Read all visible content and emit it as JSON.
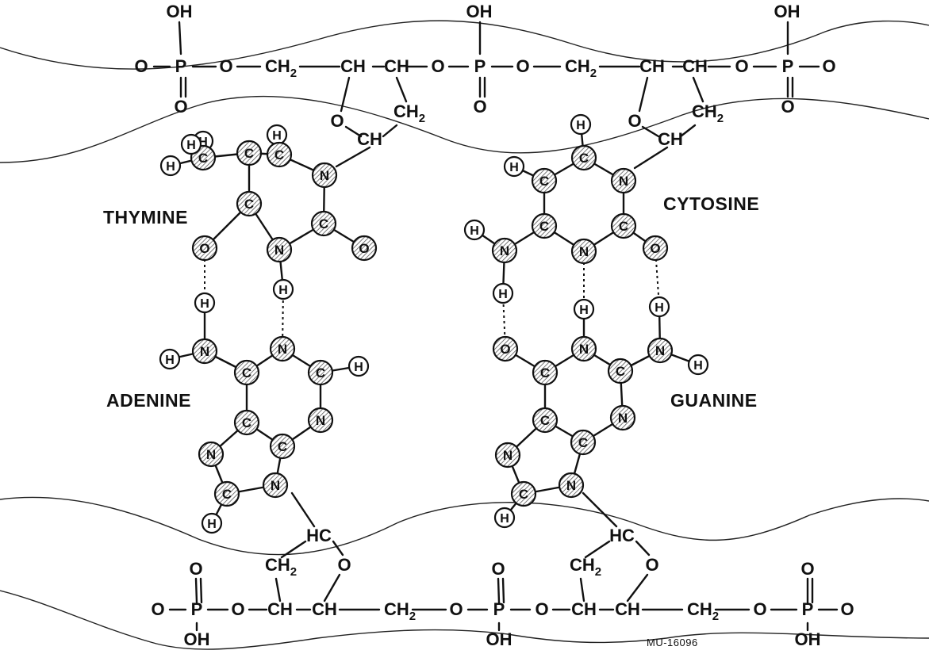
{
  "labels": {
    "thymine": "THYMINE",
    "adenine": "ADENINE",
    "cytosine": "CYTOSINE",
    "guanine": "GUANINE",
    "code": "MU-16096"
  },
  "backbone": {
    "top": {
      "oh1": "OH",
      "o_left": "O",
      "p1": "P",
      "o_p1": "O",
      "o_link1": "O",
      "ch2_1": "CH",
      "ch_a": "CH",
      "ch_b": "CH",
      "o_link2": "O",
      "oh2": "OH",
      "p2": "P",
      "o_p2": "O",
      "o_link3": "O",
      "ch2_2": "CH",
      "ch_c": "CH",
      "ch_d": "CH",
      "o_link4": "O",
      "oh3": "OH",
      "p3": "P",
      "o_p3": "O",
      "o_right": "O",
      "ring_o1": "O",
      "ring_ch2_1": "CH",
      "ring_ch1": "CH",
      "ring_o2": "O",
      "ring_ch2_2": "CH",
      "ring_ch2": "CH",
      "sub2": "2"
    },
    "bottom": {
      "o_top1": "O",
      "o_left": "O",
      "p1": "P",
      "oh1": "OH",
      "o_link1": "O",
      "ch_a": "CH",
      "ch_b": "CH",
      "ch2_1": "CH",
      "o_link2": "O",
      "o_top2": "O",
      "p2": "P",
      "oh2": "OH",
      "o_link3": "O",
      "ch_c": "CH",
      "ch_d": "CH",
      "ch2_2": "CH",
      "o_link4": "O",
      "o_top3": "O",
      "p3": "P",
      "oh3": "OH",
      "o_right": "O",
      "hc1": "HC",
      "ring_o1": "O",
      "ring_ch2_1": "CH",
      "hc2": "HC",
      "ring_o2": "O",
      "ring_ch2_2": "CH",
      "sub2": "2"
    }
  },
  "atoms": {
    "H": "H",
    "C": "C",
    "N": "N",
    "O": "O"
  }
}
